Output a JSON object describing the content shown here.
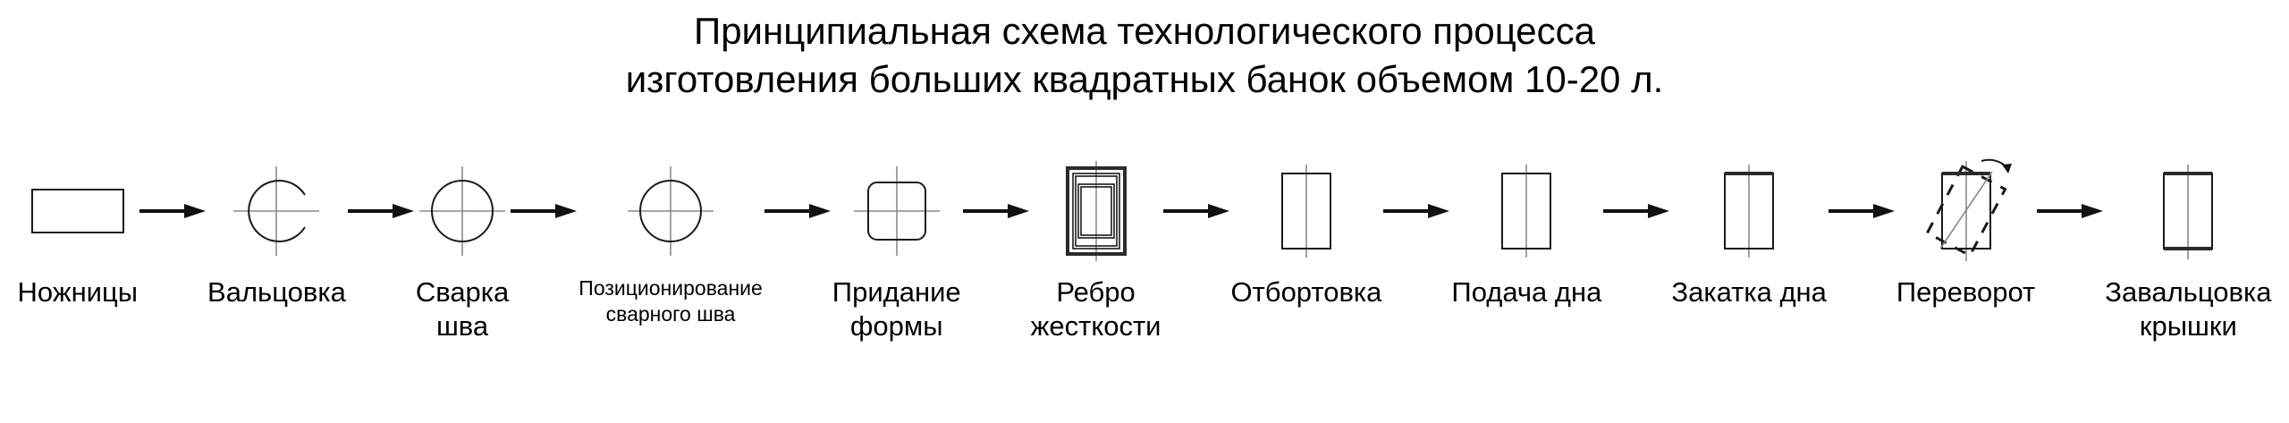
{
  "title": {
    "line1": "Принципиальная схема технологического процесса",
    "line2": "изготовления больших квадратных банок объемом 10-20 л."
  },
  "flow": {
    "arrow_icon": "right-arrow-icon",
    "steps": [
      {
        "id": "nozhnicy",
        "label": "Ножницы",
        "icon": "flat-sheet-rectangle-icon",
        "small_label": false
      },
      {
        "id": "valcovka",
        "label": "Вальцовка",
        "icon": "open-circle-roll-icon",
        "small_label": false
      },
      {
        "id": "svarka-shva",
        "label": "Сварка\nшва",
        "icon": "closed-circle-weld-icon",
        "small_label": false
      },
      {
        "id": "pozicionirovanie",
        "label": "Позиционирование\nсварного шва",
        "icon": "closed-circle-position-icon",
        "small_label": true
      },
      {
        "id": "pridanie-formy",
        "label": "Придание\nформы",
        "icon": "rounded-square-forming-icon",
        "small_label": false
      },
      {
        "id": "rebro-zhestkosti",
        "label": "Ребро\nжесткости",
        "icon": "nested-frame-rib-icon",
        "small_label": false
      },
      {
        "id": "otbortovka",
        "label": "Отбортовка",
        "icon": "vertical-can-icon",
        "small_label": false
      },
      {
        "id": "podacha-dna",
        "label": "Подача дна",
        "icon": "vertical-can-icon",
        "small_label": false
      },
      {
        "id": "zakatka-dna",
        "label": "Закатка дна",
        "icon": "vertical-can-seamed-bottom-icon",
        "small_label": false
      },
      {
        "id": "perevorot",
        "label": "Переворот",
        "icon": "rotate-flip-icon",
        "small_label": false
      },
      {
        "id": "zavalcovka-kryshki",
        "label": "Завальцовка\nкрышки",
        "icon": "vertical-can-lid-seamed-icon",
        "small_label": false
      }
    ]
  },
  "colors": {
    "background": "#ffffff",
    "line": "#1a1a1a",
    "center_line": "#8a8a8a",
    "text": "#000000"
  }
}
